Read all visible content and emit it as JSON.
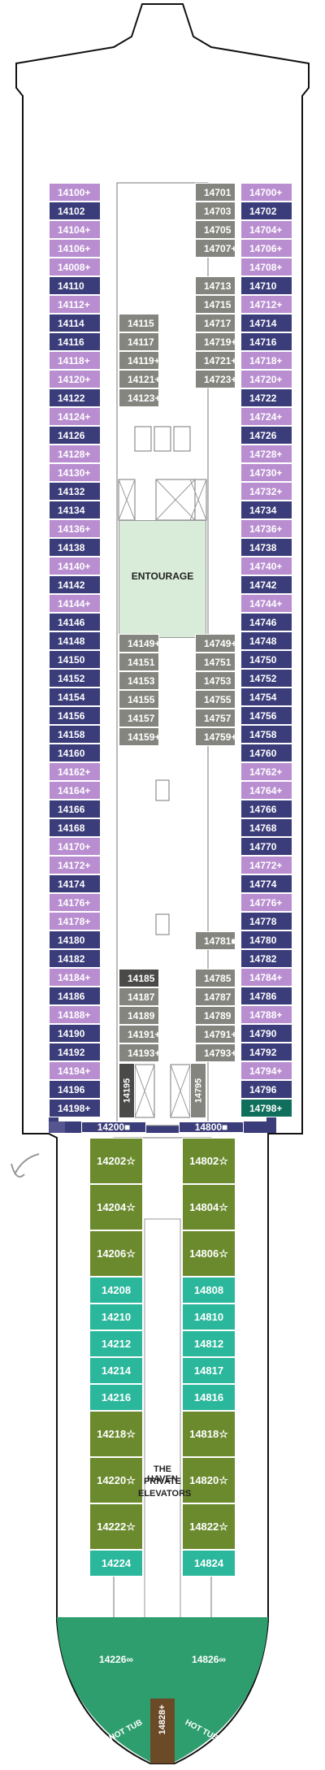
{
  "colors": {
    "navy": "#3b3c7a",
    "lilac": "#b98ed0",
    "grey": "#85857f",
    "dark_grey": "#4a4a48",
    "olive": "#6b8a2e",
    "teal": "#2bb79b",
    "green": "#2f9e6e",
    "dark_teal": "#0f6e5c",
    "brown": "#6b4a28",
    "entourage_bg": "#d9ecd9"
  },
  "labels": {
    "entourage": "ENTOURAGE",
    "haven_line1": "THE HAVEN",
    "haven_line2": "PRIVATE",
    "haven_line3": "ELEVATORS",
    "hot_tub_left": "HOT TUB",
    "hot_tub_right": "HOT TUB"
  },
  "left_outer": [
    {
      "id": "14100+",
      "c": "lilac"
    },
    {
      "id": "14102",
      "c": "navy"
    },
    {
      "id": "14104+",
      "c": "lilac"
    },
    {
      "id": "14106+",
      "c": "lilac"
    },
    {
      "id": "14008+",
      "c": "lilac"
    },
    {
      "id": "14110",
      "c": "navy"
    },
    {
      "id": "14112+",
      "c": "lilac"
    },
    {
      "id": "14114",
      "c": "navy"
    },
    {
      "id": "14116",
      "c": "navy"
    },
    {
      "id": "14118+",
      "c": "lilac"
    },
    {
      "id": "14120+",
      "c": "lilac"
    },
    {
      "id": "14122",
      "c": "navy"
    },
    {
      "id": "14124+",
      "c": "lilac"
    },
    {
      "id": "14126",
      "c": "navy"
    },
    {
      "id": "14128+",
      "c": "lilac"
    },
    {
      "id": "14130+",
      "c": "lilac"
    },
    {
      "id": "14132",
      "c": "navy"
    },
    {
      "id": "14134",
      "c": "navy"
    },
    {
      "id": "14136+",
      "c": "lilac"
    },
    {
      "id": "14138",
      "c": "navy"
    },
    {
      "id": "14140+",
      "c": "lilac"
    },
    {
      "id": "14142",
      "c": "navy"
    },
    {
      "id": "14144+",
      "c": "lilac"
    },
    {
      "id": "14146",
      "c": "navy"
    },
    {
      "id": "14148",
      "c": "navy"
    },
    {
      "id": "14150",
      "c": "navy"
    },
    {
      "id": "14152",
      "c": "navy"
    },
    {
      "id": "14154",
      "c": "navy"
    },
    {
      "id": "14156",
      "c": "navy"
    },
    {
      "id": "14158",
      "c": "navy"
    },
    {
      "id": "14160",
      "c": "navy"
    },
    {
      "id": "14162+",
      "c": "lilac"
    },
    {
      "id": "14164+",
      "c": "lilac"
    },
    {
      "id": "14166",
      "c": "navy"
    },
    {
      "id": "14168",
      "c": "navy"
    },
    {
      "id": "14170+",
      "c": "lilac"
    },
    {
      "id": "14172+",
      "c": "lilac"
    },
    {
      "id": "14174",
      "c": "navy"
    },
    {
      "id": "14176+",
      "c": "lilac"
    },
    {
      "id": "14178+",
      "c": "lilac"
    },
    {
      "id": "14180",
      "c": "navy"
    },
    {
      "id": "14182",
      "c": "navy"
    },
    {
      "id": "14184+",
      "c": "lilac"
    },
    {
      "id": "14186",
      "c": "navy"
    },
    {
      "id": "14188+",
      "c": "lilac"
    },
    {
      "id": "14190",
      "c": "navy"
    },
    {
      "id": "14192",
      "c": "navy"
    },
    {
      "id": "14194+",
      "c": "lilac"
    },
    {
      "id": "14196",
      "c": "navy"
    },
    {
      "id": "14198+",
      "c": "navy"
    }
  ],
  "right_outer": [
    {
      "id": "14700+",
      "c": "lilac"
    },
    {
      "id": "14702",
      "c": "navy"
    },
    {
      "id": "14704+",
      "c": "lilac"
    },
    {
      "id": "14706+",
      "c": "lilac"
    },
    {
      "id": "14708+",
      "c": "lilac"
    },
    {
      "id": "14710",
      "c": "navy"
    },
    {
      "id": "14712+",
      "c": "lilac"
    },
    {
      "id": "14714",
      "c": "navy"
    },
    {
      "id": "14716",
      "c": "navy"
    },
    {
      "id": "14718+",
      "c": "lilac"
    },
    {
      "id": "14720+",
      "c": "lilac"
    },
    {
      "id": "14722",
      "c": "navy"
    },
    {
      "id": "14724+",
      "c": "lilac"
    },
    {
      "id": "14726",
      "c": "navy"
    },
    {
      "id": "14728+",
      "c": "lilac"
    },
    {
      "id": "14730+",
      "c": "lilac"
    },
    {
      "id": "14732+",
      "c": "lilac"
    },
    {
      "id": "14734",
      "c": "navy"
    },
    {
      "id": "14736+",
      "c": "lilac"
    },
    {
      "id": "14738",
      "c": "navy"
    },
    {
      "id": "14740+",
      "c": "lilac"
    },
    {
      "id": "14742",
      "c": "navy"
    },
    {
      "id": "14744+",
      "c": "lilac"
    },
    {
      "id": "14746",
      "c": "navy"
    },
    {
      "id": "14748",
      "c": "navy"
    },
    {
      "id": "14750",
      "c": "navy"
    },
    {
      "id": "14752",
      "c": "navy"
    },
    {
      "id": "14754",
      "c": "navy"
    },
    {
      "id": "14756",
      "c": "navy"
    },
    {
      "id": "14758",
      "c": "navy"
    },
    {
      "id": "14760",
      "c": "navy"
    },
    {
      "id": "14762+",
      "c": "lilac"
    },
    {
      "id": "14764+",
      "c": "lilac"
    },
    {
      "id": "14766",
      "c": "navy"
    },
    {
      "id": "14768",
      "c": "navy"
    },
    {
      "id": "14770",
      "c": "navy"
    },
    {
      "id": "14772+",
      "c": "lilac"
    },
    {
      "id": "14774",
      "c": "navy"
    },
    {
      "id": "14776+",
      "c": "lilac"
    },
    {
      "id": "14778",
      "c": "navy"
    },
    {
      "id": "14780",
      "c": "navy"
    },
    {
      "id": "14782",
      "c": "navy"
    },
    {
      "id": "14784+",
      "c": "lilac"
    },
    {
      "id": "14786",
      "c": "navy"
    },
    {
      "id": "14788+",
      "c": "lilac"
    },
    {
      "id": "14790",
      "c": "navy"
    },
    {
      "id": "14792",
      "c": "navy"
    },
    {
      "id": "14794+",
      "c": "lilac"
    },
    {
      "id": "14796",
      "c": "navy"
    },
    {
      "id": "14798+",
      "c": "dark_teal"
    }
  ],
  "inner_left_block1": [
    "14115",
    "14117",
    "14119+",
    "14121+",
    "14123+"
  ],
  "inner_right_block1": [
    "14701",
    "14703",
    "14705",
    "14707+",
    "",
    "14713",
    "14715",
    "14717",
    "14719+",
    "14721+",
    "14723+"
  ],
  "inner_left_block2": [
    "14149+",
    "14151",
    "14153",
    "14155",
    "14157",
    "14159+"
  ],
  "inner_right_block2": [
    "14749+",
    "14751",
    "14753",
    "14755",
    "14757",
    "14759+"
  ],
  "inner_left_block3": [
    {
      "id": "14185",
      "c": "dark_grey"
    },
    {
      "id": "14187",
      "c": "grey"
    },
    {
      "id": "14189",
      "c": "grey"
    },
    {
      "id": "14191+",
      "c": "grey"
    },
    {
      "id": "14193+",
      "c": "grey"
    }
  ],
  "inner_right_block3": [
    "14781■",
    "",
    "14785",
    "14787",
    "14789",
    "14791+",
    "14793+"
  ],
  "vertical_cabins": {
    "left": "14195",
    "right": "14795"
  },
  "aft_corridor": {
    "left": "14200■",
    "right": "14800■"
  },
  "haven_left": [
    {
      "id": "14202☆",
      "c": "olive"
    },
    {
      "id": "14204☆",
      "c": "olive"
    },
    {
      "id": "14206☆",
      "c": "olive"
    },
    {
      "id": "14208",
      "c": "teal"
    },
    {
      "id": "14210",
      "c": "teal"
    },
    {
      "id": "14212",
      "c": "teal"
    },
    {
      "id": "14214",
      "c": "teal"
    },
    {
      "id": "14216",
      "c": "teal"
    },
    {
      "id": "14218☆",
      "c": "olive"
    },
    {
      "id": "14220☆",
      "c": "olive"
    },
    {
      "id": "14222☆",
      "c": "olive"
    },
    {
      "id": "14224",
      "c": "teal"
    }
  ],
  "haven_right": [
    {
      "id": "14802☆",
      "c": "olive"
    },
    {
      "id": "14804☆",
      "c": "olive"
    },
    {
      "id": "14806☆",
      "c": "olive"
    },
    {
      "id": "14808",
      "c": "teal"
    },
    {
      "id": "14810",
      "c": "teal"
    },
    {
      "id": "14812",
      "c": "teal"
    },
    {
      "id": "14817",
      "c": "teal"
    },
    {
      "id": "14816",
      "c": "teal"
    },
    {
      "id": "14818☆",
      "c": "olive"
    },
    {
      "id": "14820☆",
      "c": "olive"
    },
    {
      "id": "14822☆",
      "c": "olive"
    },
    {
      "id": "14824",
      "c": "teal"
    }
  ],
  "stern": {
    "left": "14226∞",
    "right": "14826∞",
    "center": "14828+"
  }
}
